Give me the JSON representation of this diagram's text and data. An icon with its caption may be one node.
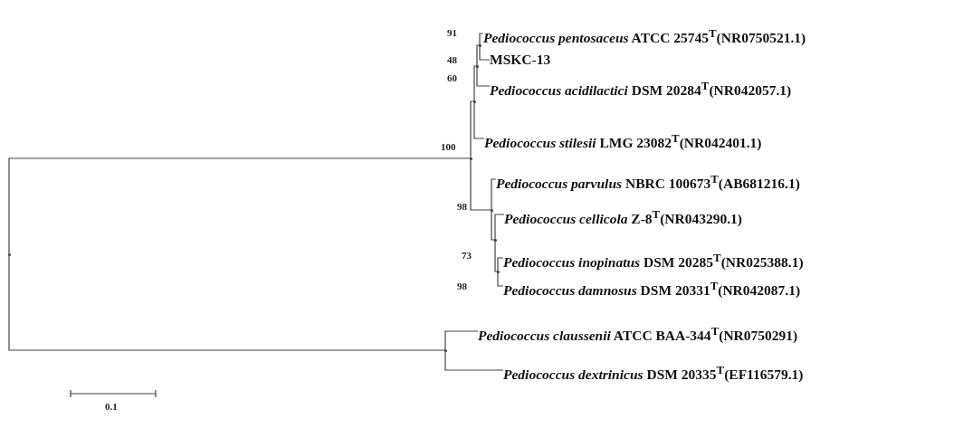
{
  "diagram": {
    "nodes": [
      {
        "text": [],
        "shape": "dot"
      },
      {
        "text": [],
        "shape": "dot",
        "beside": [
          "100"
        ]
      },
      {
        "text": [],
        "shape": "dot",
        "beside": [
          "60"
        ]
      },
      {
        "text": [],
        "shape": "dot",
        "beside": [
          "48"
        ]
      },
      {
        "text": [],
        "shape": "dot",
        "beside": [
          "91"
        ]
      },
      {
        "text": [
          "*Pediococcus pentosaceus* ATCC 25745$^{T}$(NR0750521.1)"
        ]
      },
      {
        "text": [
          "MSKC-13"
        ]
      },
      {
        "text": [
          "*Pediococcus acidilactici* DSM 20284$^{T}$(NR042057.1)"
        ]
      },
      {
        "text": [
          "*Pediococcus stilesii* LMG 23082$^{T}$(NR042401.1)"
        ]
      },
      {
        "text": [],
        "shape": "dot",
        "beside": [
          "98"
        ]
      },
      {
        "text": [
          "*Pediococcus parvulus* NBRC 100673$^{T}$(AB681216.1)"
        ]
      },
      {
        "text": [],
        "shape": "dot",
        "beside": [
          "73"
        ]
      },
      {
        "text": [
          "*Pediococcus cellicola* Z-8$^{T}$(NR043290.1)"
        ]
      },
      {
        "text": [],
        "shape": "dot",
        "beside": [
          "98"
        ]
      },
      {
        "text": [
          "*Pediococcus inopinatus* DSM 20285$^{T}$(NR025388.1)"
        ]
      },
      {
        "text": [
          "*Pediococcus damnosus* DSM 20331$^{T}$(NR042087.1)"
        ]
      },
      {
        "text": [],
        "shape": "dot"
      },
      {
        "text": [
          "*Pediococcus claussenii* ATCC BAA-344$^{T}$(NR0750291)"
        ]
      },
      {
        "text": [
          "*Pediococcus dextrinicus* DSM 20335$^{T}$(EF116579.1)"
        ]
      }
    ],
    "edges": [
      {
        "from": 0,
        "to": 1,
        "arrow": "none"
      },
      {
        "from": 1,
        "to": 2,
        "arrow": "none"
      },
      {
        "from": 2,
        "to": 3,
        "arrow": "none"
      },
      {
        "from": 3,
        "to": 4,
        "arrow": "none"
      },
      {
        "from": 4,
        "to": 5,
        "arrow": "none"
      },
      {
        "from": 4,
        "to": 6,
        "arrow": "none"
      },
      {
        "from": 3,
        "to": 7,
        "arrow": "none"
      },
      {
        "from": 2,
        "to": 8,
        "arrow": "none"
      },
      {
        "from": 1,
        "to": 9,
        "arrow": "none"
      },
      {
        "from": 9,
        "to": 10,
        "arrow": "none"
      },
      {
        "from": 9,
        "to": 11,
        "arrow": "none"
      },
      {
        "from": 11,
        "to": 12,
        "arrow": "none"
      },
      {
        "from": 11,
        "to": 13,
        "arrow": "none"
      },
      {
        "from": 13,
        "to": 14,
        "arrow": "none"
      },
      {
        "from": 13,
        "to": 15,
        "arrow": "none"
      },
      {
        "from": 0,
        "to": 16,
        "arrow": "none"
      },
      {
        "from": 16,
        "to": 17,
        "arrow": "none"
      },
      {
        "from": 16,
        "to": 18,
        "arrow": "none"
      }
    ],
    "labels": [
      "0.1"
    ]
  }
}
